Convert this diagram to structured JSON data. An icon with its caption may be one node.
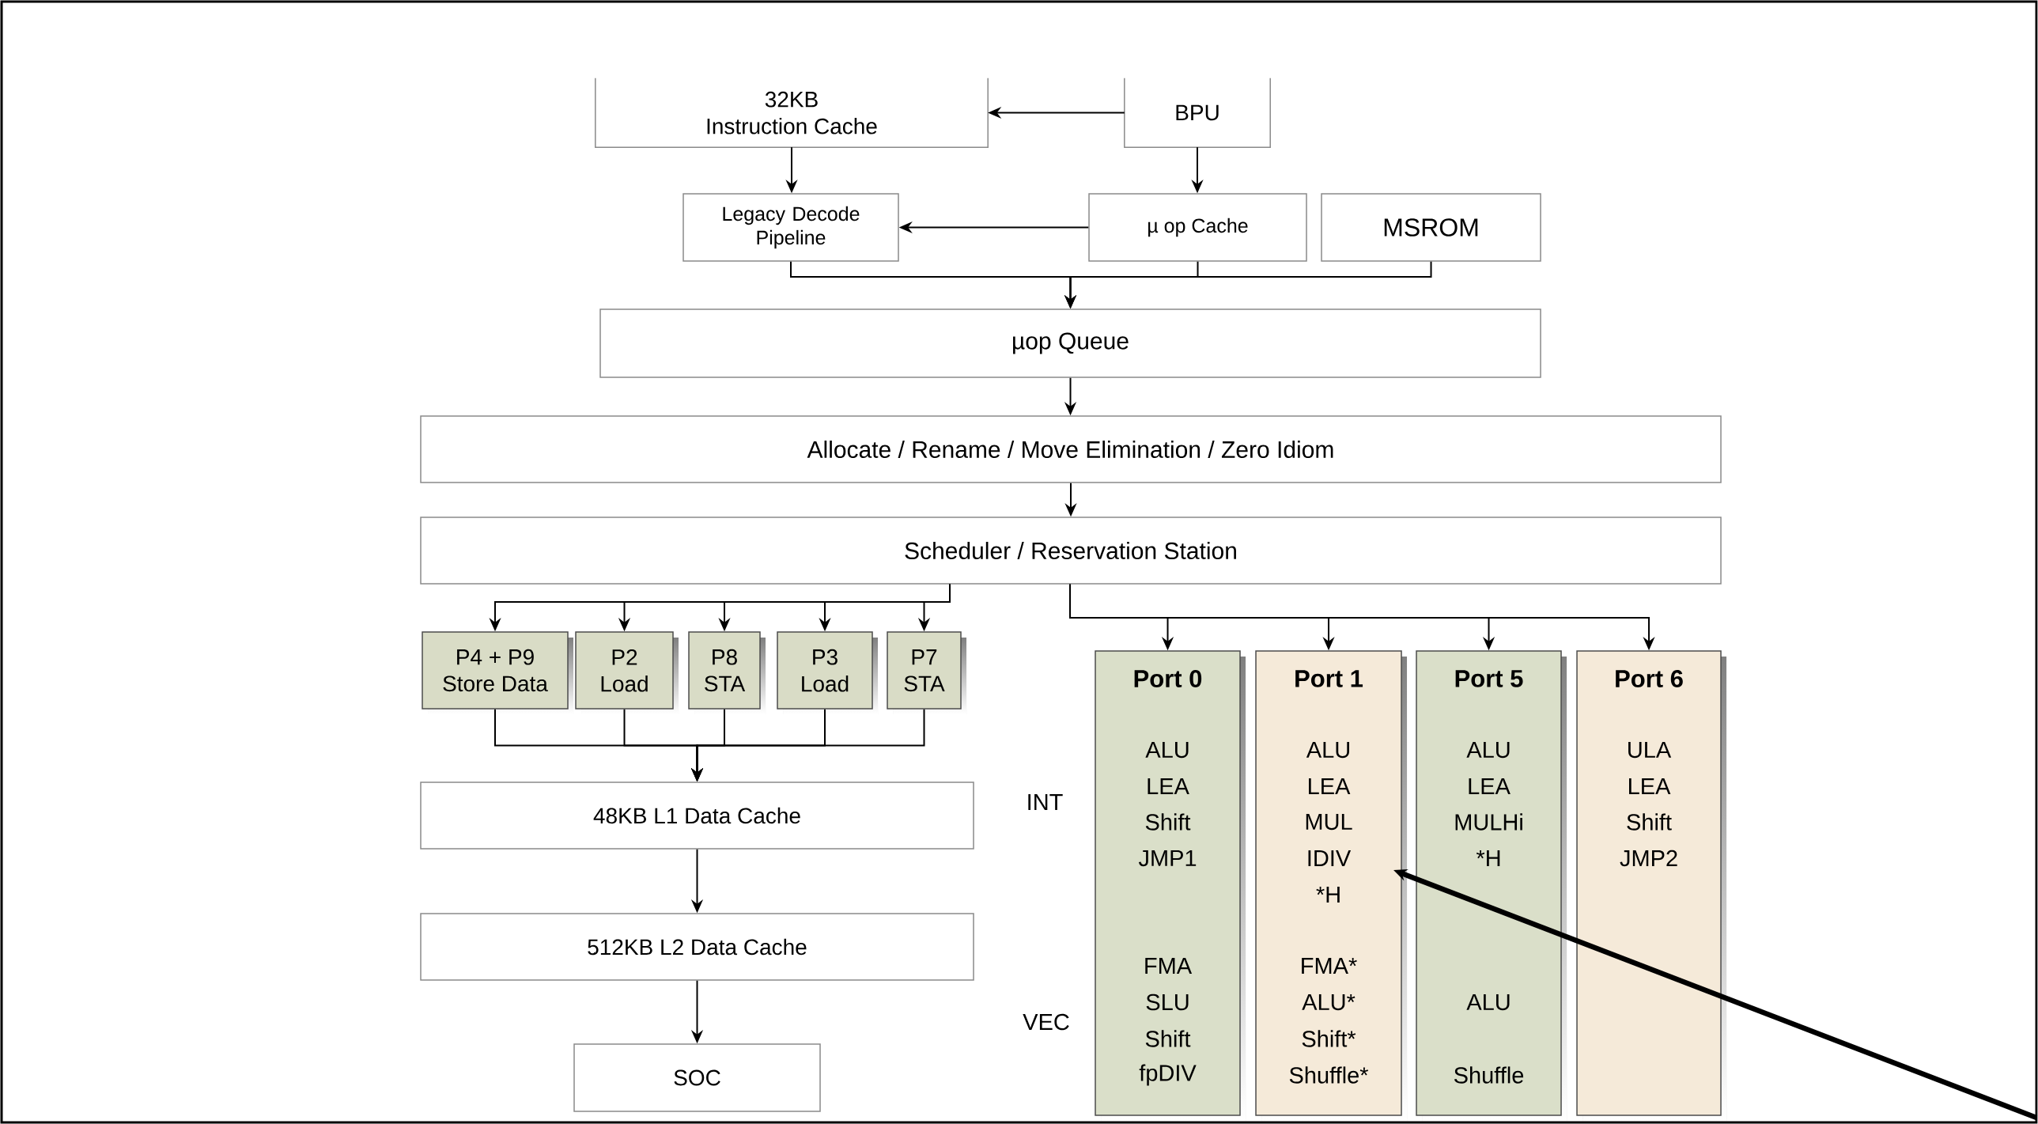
{
  "diagram": {
    "nodes": [
      {
        "text": [
          "32KB",
          "Instruction Cache"
        ]
      },
      {
        "text": [
          "BPU"
        ]
      },
      {
        "text": [
          "Legacy Decode Pipeline"
        ]
      },
      {
        "text": [
          "µ op Cache"
        ]
      },
      {
        "text": [
          "MSROM"
        ]
      },
      {
        "text": [
          "µop Queue"
        ]
      },
      {
        "text": [
          "Allocate / Rename / Move Elimination / Zero Idiom"
        ]
      },
      {
        "text": [
          "Scheduler / Reservation Station"
        ]
      },
      {
        "text": [
          "P4 + P9",
          "Store Data"
        ]
      },
      {
        "text": [
          "P2",
          "Load"
        ]
      },
      {
        "text": [
          "P8",
          "STA"
        ]
      },
      {
        "text": [
          "P3",
          "Load"
        ]
      },
      {
        "text": [
          "P7",
          "STA"
        ]
      },
      {
        "text": [
          "48KB L1 Data Cache"
        ]
      },
      {
        "text": [
          "512KB L2 Data Cache"
        ]
      },
      {
        "text": [
          "SOC"
        ]
      },
      {
        "text": [
          "Port 0",
          "ALU",
          "LEA",
          "Shift",
          "JMP1",
          "FMA",
          "SLU",
          "Shift",
          "fpDIV"
        ]
      },
      {
        "text": [
          "Port 1",
          "ALU",
          "LEA",
          "MUL",
          "IDIV",
          "*H",
          "FMA*",
          "ALU*",
          "Shift*",
          "Shuffle*"
        ]
      },
      {
        "text": [
          "Port 5",
          "ALU",
          "LEA",
          "MULHi",
          "*H",
          "ALU",
          "Shuffle"
        ]
      },
      {
        "text": [
          "Port 6",
          "ULA",
          "LEA",
          "Shift",
          "JMP2"
        ]
      }
    ],
    "edges": [
      {
        "from": 1,
        "to": 0,
        "arrow": "to"
      },
      {
        "from": 0,
        "to": 2,
        "arrow": "to"
      },
      {
        "from": 1,
        "to": 3,
        "arrow": "to"
      },
      {
        "from": 3,
        "to": 2,
        "arrow": "to"
      },
      {
        "from": 2,
        "to": 5,
        "arrow": "to"
      },
      {
        "from": 3,
        "to": 5,
        "arrow": "to"
      },
      {
        "from": 4,
        "to": 5,
        "arrow": "to"
      },
      {
        "from": 5,
        "to": 6,
        "arrow": "to"
      },
      {
        "from": 6,
        "to": 7,
        "arrow": "to"
      },
      {
        "from": 7,
        "to": 8,
        "arrow": "to"
      },
      {
        "from": 7,
        "to": 9,
        "arrow": "to"
      },
      {
        "from": 7,
        "to": 10,
        "arrow": "to"
      },
      {
        "from": 7,
        "to": 11,
        "arrow": "to"
      },
      {
        "from": 7,
        "to": 12,
        "arrow": "to"
      },
      {
        "from": 7,
        "to": 16,
        "arrow": "to"
      },
      {
        "from": 7,
        "to": 17,
        "arrow": "to"
      },
      {
        "from": 7,
        "to": 18,
        "arrow": "to"
      },
      {
        "from": 7,
        "to": 19,
        "arrow": "to"
      },
      {
        "from": 8,
        "to": 13,
        "arrow": "to"
      },
      {
        "from": 9,
        "to": 13,
        "arrow": "to"
      },
      {
        "from": 10,
        "to": 13,
        "arrow": "to"
      },
      {
        "from": 11,
        "to": 13,
        "arrow": "to"
      },
      {
        "from": 12,
        "to": 13,
        "arrow": "to"
      },
      {
        "from": 13,
        "to": 14,
        "arrow": "to"
      },
      {
        "from": 14,
        "to": 15,
        "arrow": "to"
      },
      {
        "from": null,
        "to": 17,
        "arrow": "to",
        "style": "thick"
      }
    ],
    "labels": [
      "INT",
      "VEC"
    ]
  }
}
